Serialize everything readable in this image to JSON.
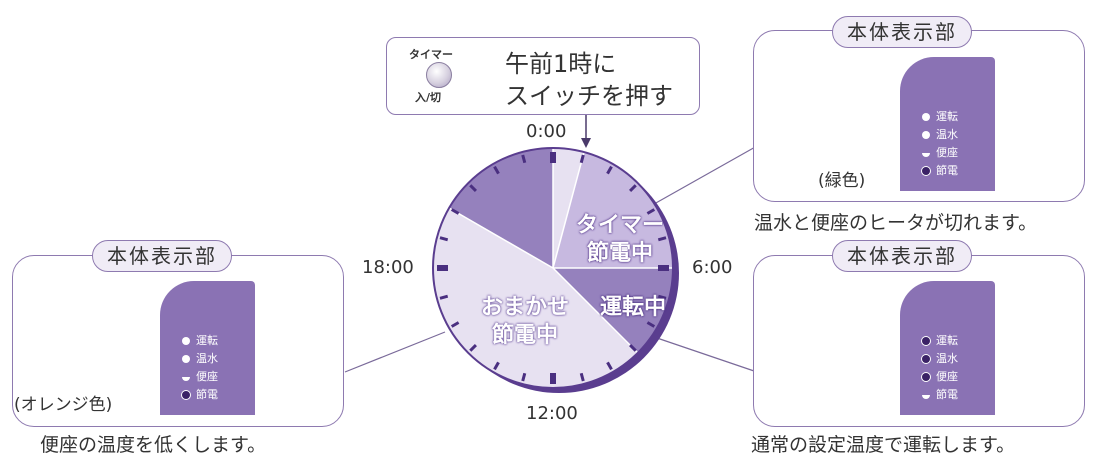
{
  "callout": {
    "button_top_label": "タイマー",
    "button_bottom_label": "入/切",
    "text_line1": "午前1時に",
    "text_line2": "スイッチを押す"
  },
  "clock": {
    "label_top": "0:00",
    "label_right": "6:00",
    "label_bottom": "12:00",
    "label_left": "18:00",
    "segments": {
      "timer_line1": "タイマー",
      "timer_line2": "節電中",
      "running": "運転中",
      "omakase_line1": "おまかせ",
      "omakase_line2": "節電中"
    },
    "colors": {
      "face": "#c7b9e0",
      "light": "#e7e1f1",
      "dark": "#9581bd",
      "ring": "#5a3d8f"
    }
  },
  "panels": {
    "top_right": {
      "title": "本体表示部",
      "lamp_color_note": "(緑色)",
      "caption": "温水と便座のヒータが切れます。",
      "lamps": [
        "運転",
        "温水",
        "便座",
        "節電"
      ]
    },
    "bottom_right": {
      "title": "本体表示部",
      "caption": "通常の設定温度で運転します。",
      "lamps": [
        "運転",
        "温水",
        "便座",
        "節電"
      ]
    },
    "left": {
      "title": "本体表示部",
      "lamp_color_note": "(オレンジ色)",
      "caption": "便座の温度を低くします。",
      "lamps": [
        "運転",
        "温水",
        "便座",
        "節電"
      ]
    }
  }
}
